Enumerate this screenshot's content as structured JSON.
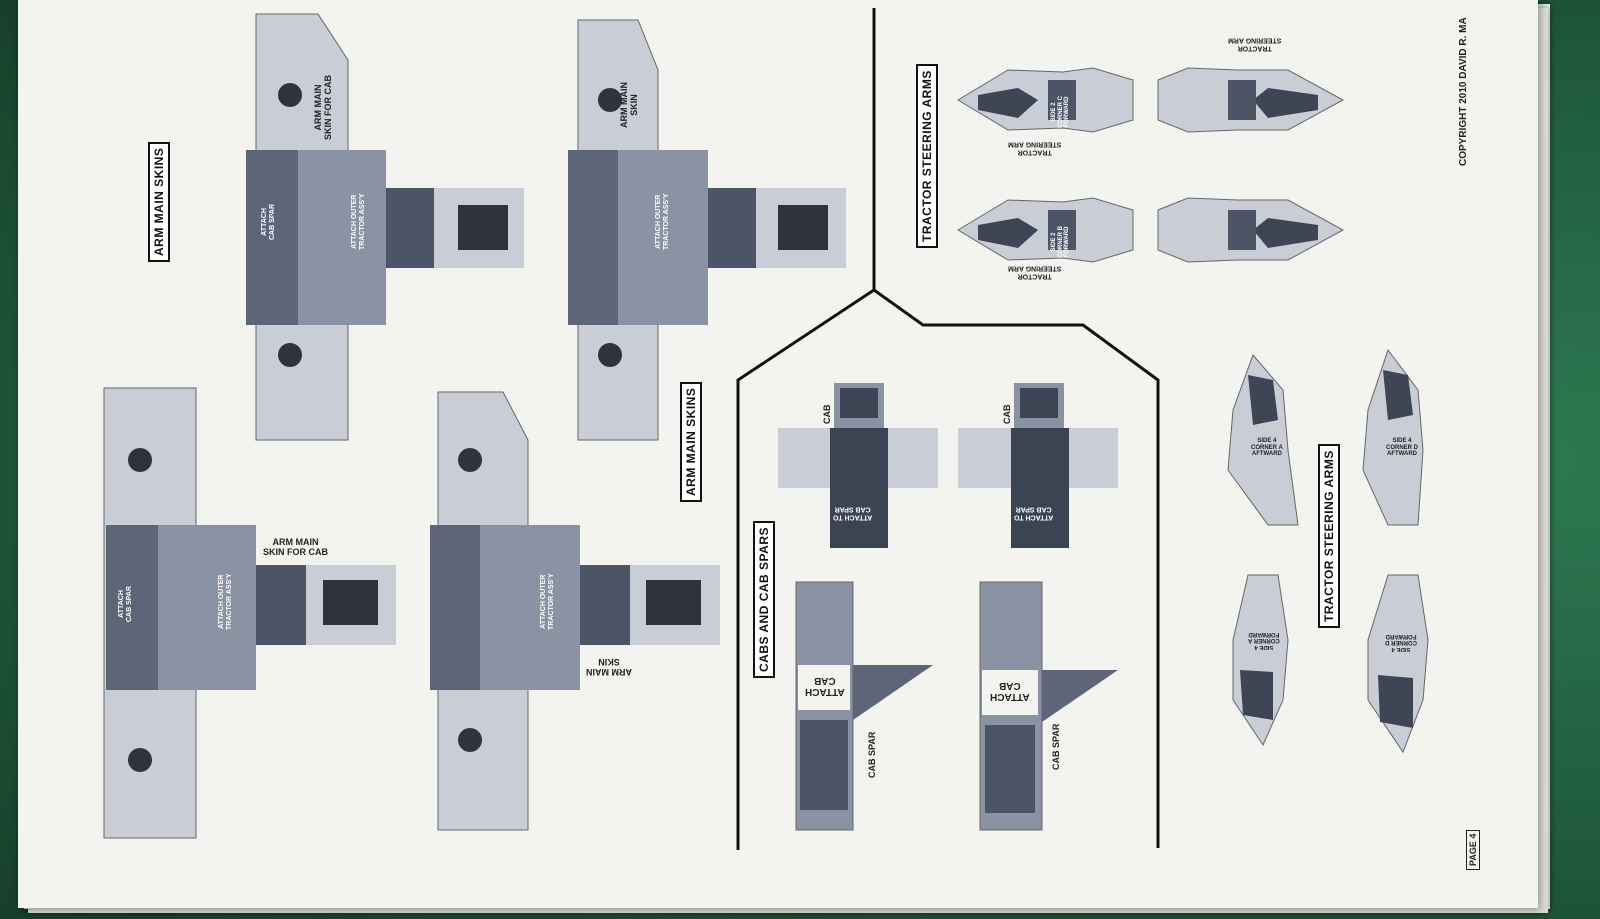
{
  "sheet": {
    "copyright": "COPYRIGHT 2010 DAVID R. MA",
    "page_label": "PAGE 4"
  },
  "sections": {
    "arm_main_skins_a": "ARM MAIN SKINS",
    "arm_main_skins_b": "ARM MAIN SKINS",
    "cabs_and_cab_spars": "CABS AND CAB SPARS",
    "tractor_steering_arms_a": "TRACTOR STEERING ARMS",
    "tractor_steering_arms_b": "TRACTOR STEERING ARMS"
  },
  "part_labels": {
    "arm_main_skin_for_cab_top": "ARM MAIN\nSKIN FOR CAB",
    "arm_main_skin_top": "ARM MAIN\nSKIN",
    "arm_main_skin_for_cab_bottom": "ARM MAIN\nSKIN FOR CAB",
    "arm_main_skin_bottom": "ARM MAIN\nSKIN",
    "attach_cab_spar": "ATTACH\nCAB SPAR",
    "attach_outer_tractor_assy": "ATTACH OUTER\nTRACTOR ASS'Y",
    "cab": "CAB",
    "attach_to_cab_spar": "ATTACH TO\nCAB SPAR",
    "attach_cab": "ATTACH\nCAB",
    "cab_spar": "CAB SPAR",
    "tractor_steering_arm": "TRACTOR\nSTEERING ARM",
    "side_2_corner_c_forward": "SIDE 2\nCORNER C\nFORWARD",
    "side_2_corner_b_forward": "SIDE 2\nCORNER B\nFORWARD",
    "side_4_corner_a_aftward": "SIDE 4\nCORNER A\nAFTWARD",
    "side_4_corner_d_aftward": "SIDE 4\nCORNER D\nAFTWARD",
    "side_4_corner_a_forward": "SIDE 4\nCORNER A\nFORWARD",
    "side_4_corner_d_forward": "SIDE 4\nCORNER D\nFORWARD"
  },
  "colors": {
    "part_light": "#c9cdd6",
    "part_mid": "#8a93a3",
    "part_dark": "#4c5566",
    "part_panel": "#5d6678",
    "line": "#111111"
  }
}
